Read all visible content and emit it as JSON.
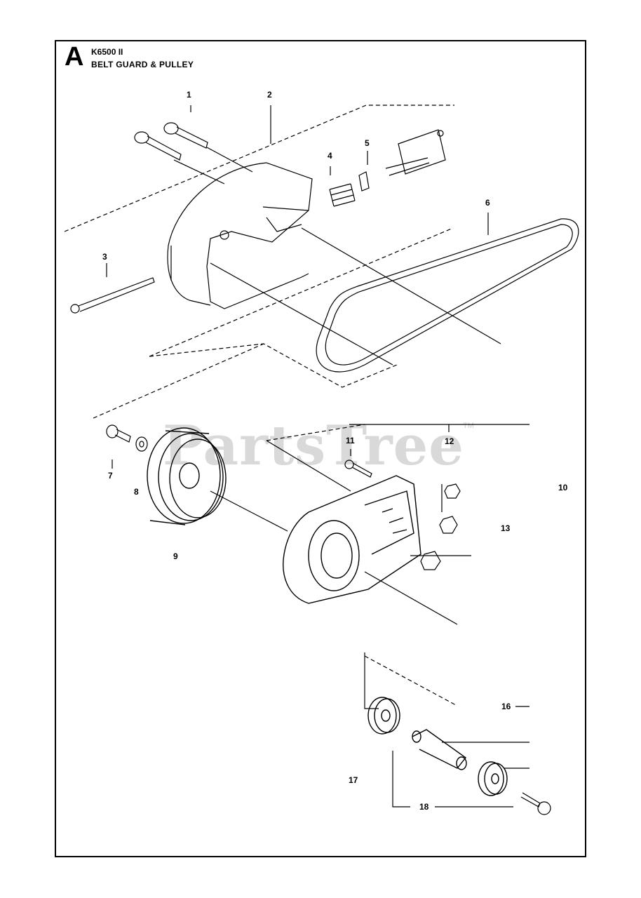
{
  "header": {
    "section_letter": "A",
    "model": "K6500 II",
    "title": "BELT GUARD & PULLEY"
  },
  "watermark": {
    "text": "PartsTree",
    "trademark": "TM",
    "color": "#d9d9d9"
  },
  "callouts": [
    "1",
    "2",
    "3",
    "4",
    "5",
    "6",
    "7",
    "8",
    "9",
    "10",
    "11",
    "12",
    "13",
    "16",
    "17",
    "18"
  ],
  "parts": [
    {
      "ref": "1",
      "icon": "bolt-icon"
    },
    {
      "ref": "2",
      "icon": "belt-guard-cover-icon"
    },
    {
      "ref": "3",
      "icon": "long-bolt-icon"
    },
    {
      "ref": "4",
      "icon": "spring-icon"
    },
    {
      "ref": "5",
      "icon": "washer-clip-icon"
    },
    {
      "ref": "6",
      "icon": "drive-belt-icon"
    },
    {
      "ref": "7",
      "icon": "bolt-icon"
    },
    {
      "ref": "8",
      "icon": "washer-icon"
    },
    {
      "ref": "9",
      "icon": "pulley-icon"
    },
    {
      "ref": "10",
      "icon": "belt-guard-housing-icon"
    },
    {
      "ref": "11",
      "icon": "screw-icon"
    },
    {
      "ref": "12",
      "icon": "nut-icon"
    },
    {
      "ref": "13",
      "icon": "nut-icon"
    },
    {
      "ref": "16",
      "icon": "bearing-icon"
    },
    {
      "ref": "17",
      "icon": "shaft-icon"
    },
    {
      "ref": "18",
      "icon": "bolt-icon"
    }
  ]
}
